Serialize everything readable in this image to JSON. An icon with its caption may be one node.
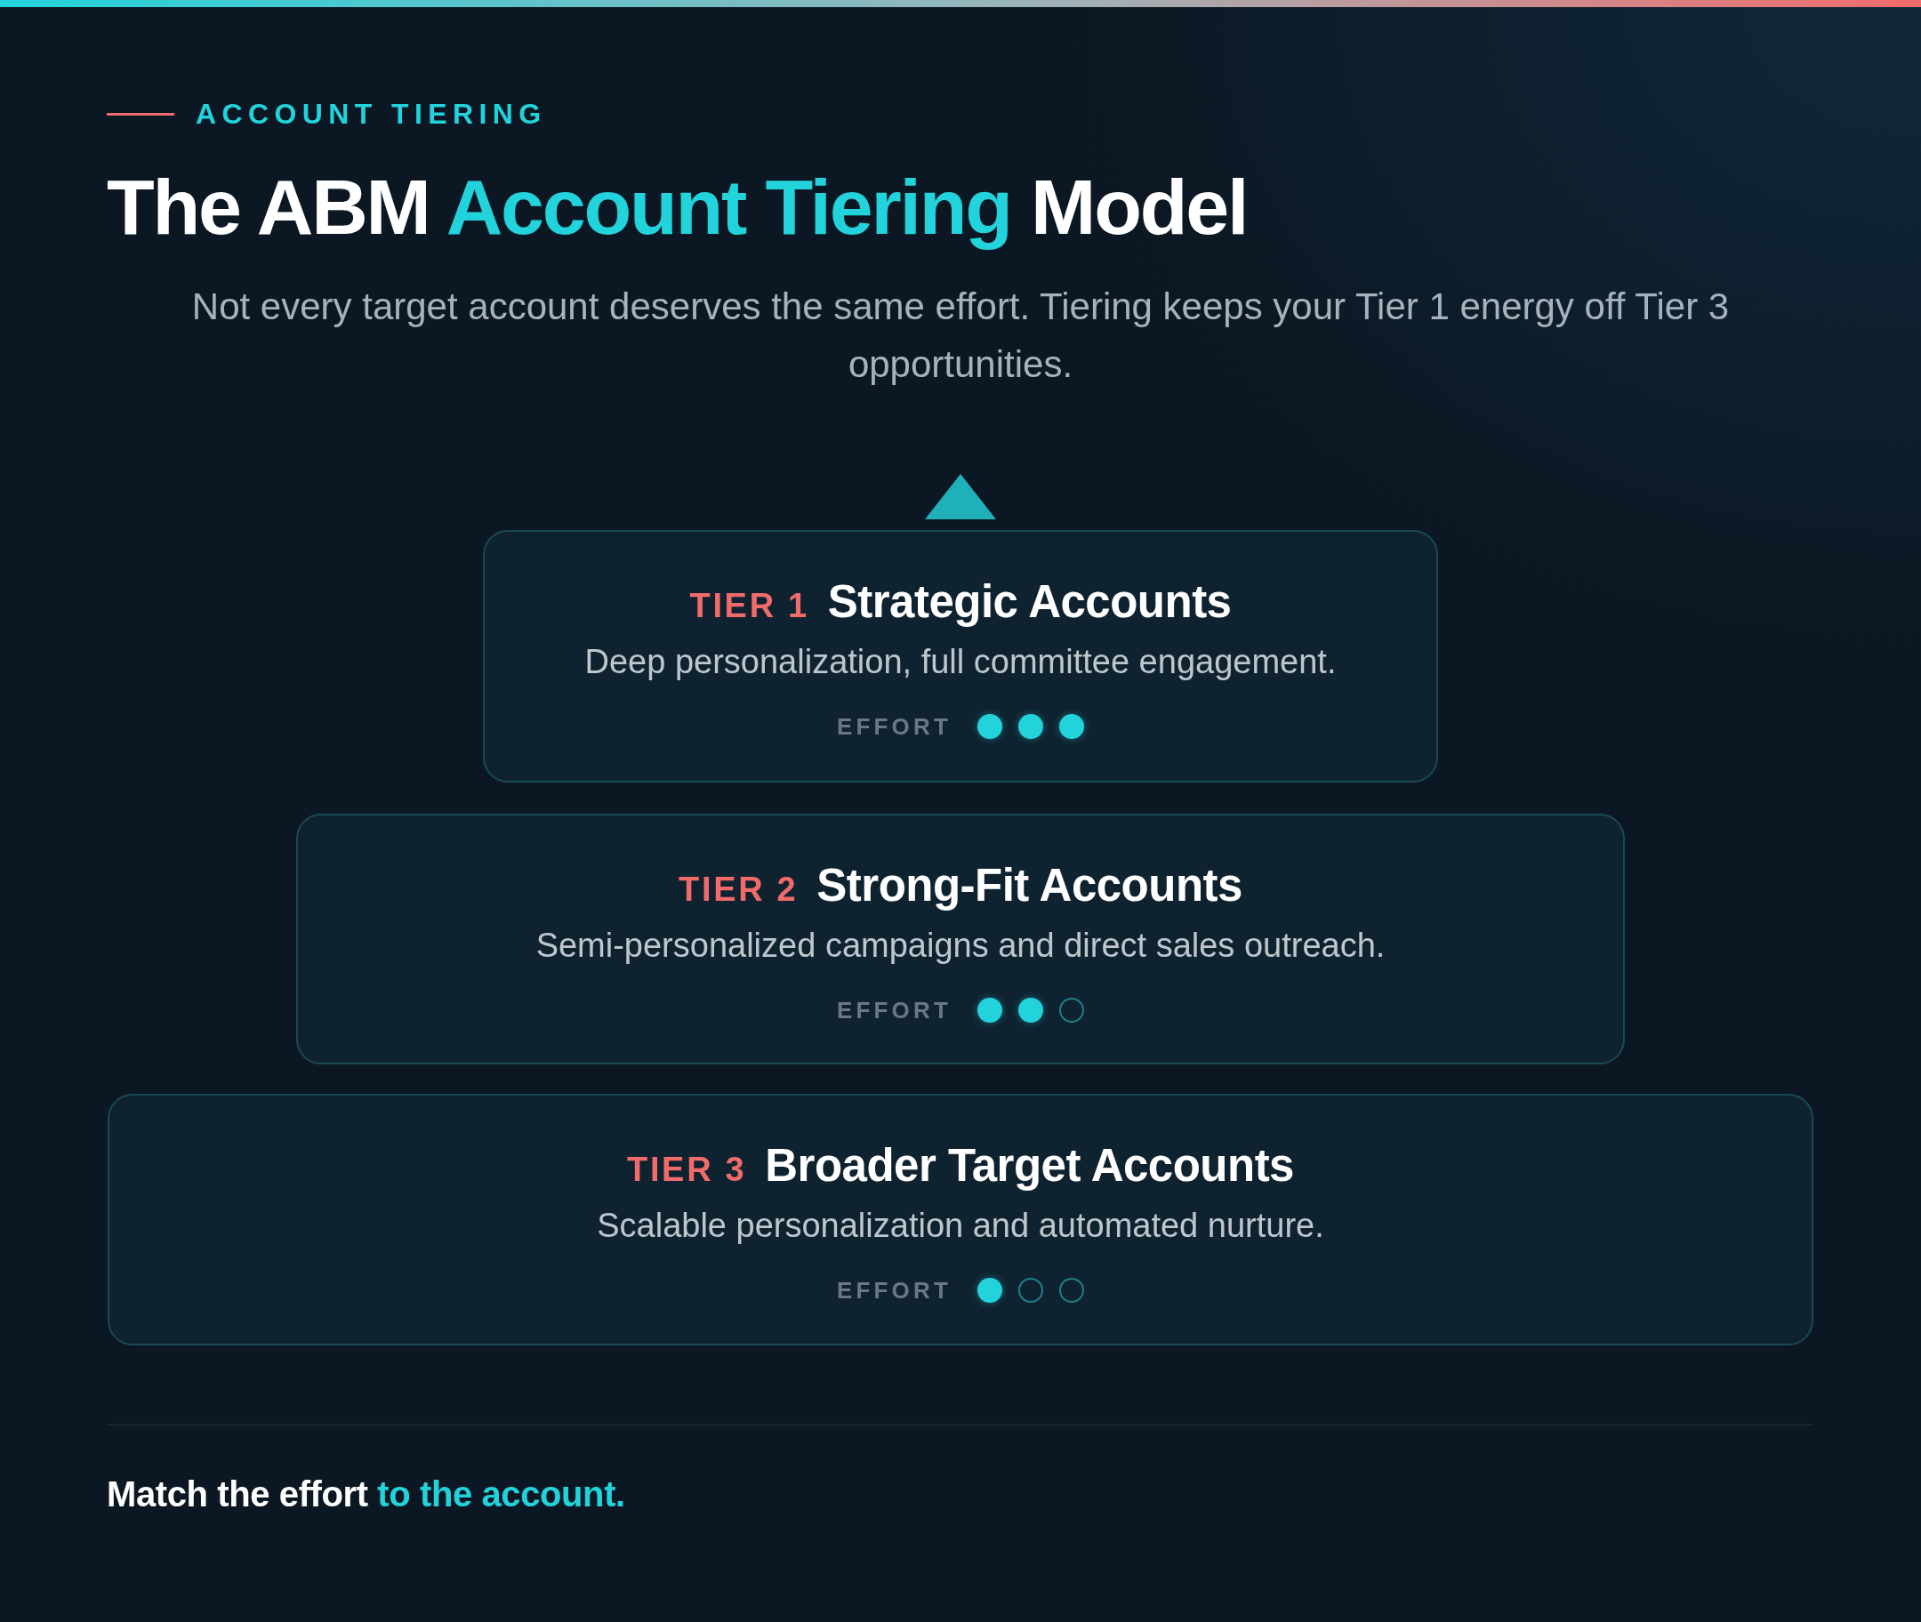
{
  "diagram": {
    "title": "The ABM **Account Tiering** Model",
    "nodes": [
      {
        "text": [
          "TIER 1",
          "Strategic Accounts",
          "Deep personalization, full committee engagement.",
          "EFFORT"
        ]
      },
      {
        "text": [
          "TIER 2",
          "Strong-Fit Accounts",
          "Semi-personalized campaigns and direct sales outreach.",
          "EFFORT"
        ]
      },
      {
        "text": [
          "TIER 3",
          "Broader Target Accounts",
          "Scalable personalization and automated nurture.",
          "EFFORT"
        ]
      }
    ],
    "labels": [
      "ACCOUNT TIERING",
      "Not every target account deserves the same effort. Tiering keeps your Tier 1 energy off Tier 3 opportunities.",
      "Match the effort **to the account.**"
    ]
  }
}
